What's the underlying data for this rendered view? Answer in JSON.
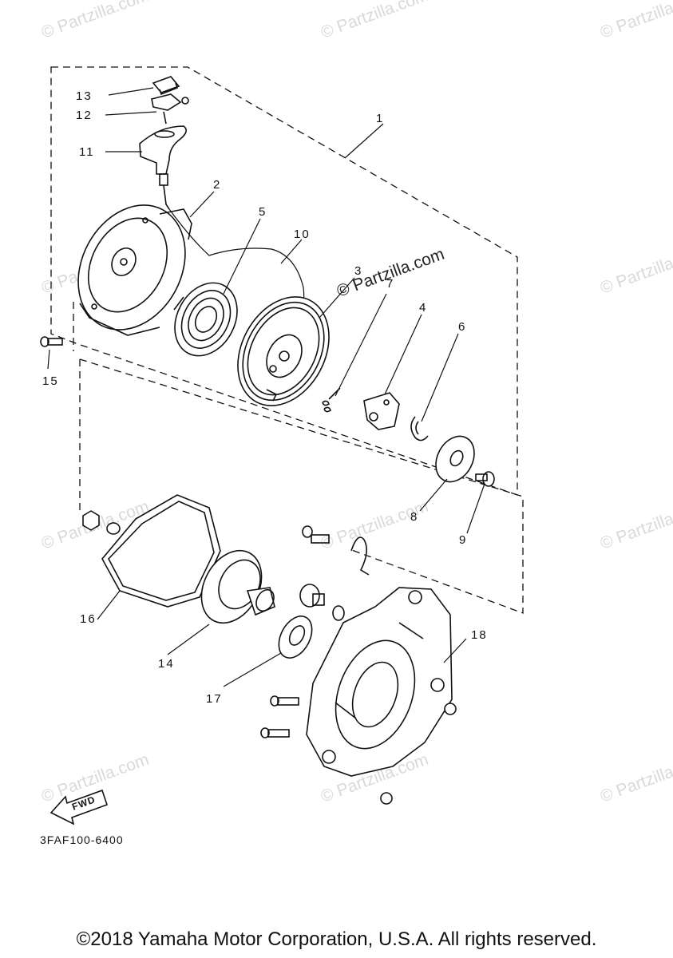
{
  "watermark": {
    "text": "© Partzilla.com",
    "center_text": "© Partzilla.com"
  },
  "callouts": [
    "1",
    "2",
    "3",
    "4",
    "5",
    "6",
    "7",
    "8",
    "9",
    "10",
    "11",
    "12",
    "13",
    "14",
    "15",
    "16",
    "17",
    "18"
  ],
  "fwd_label": "FWD",
  "diagram_code": "3FAF100-6400",
  "copyright": "©2018 Yamaha Motor Corporation, U.S.A. All rights reserved."
}
